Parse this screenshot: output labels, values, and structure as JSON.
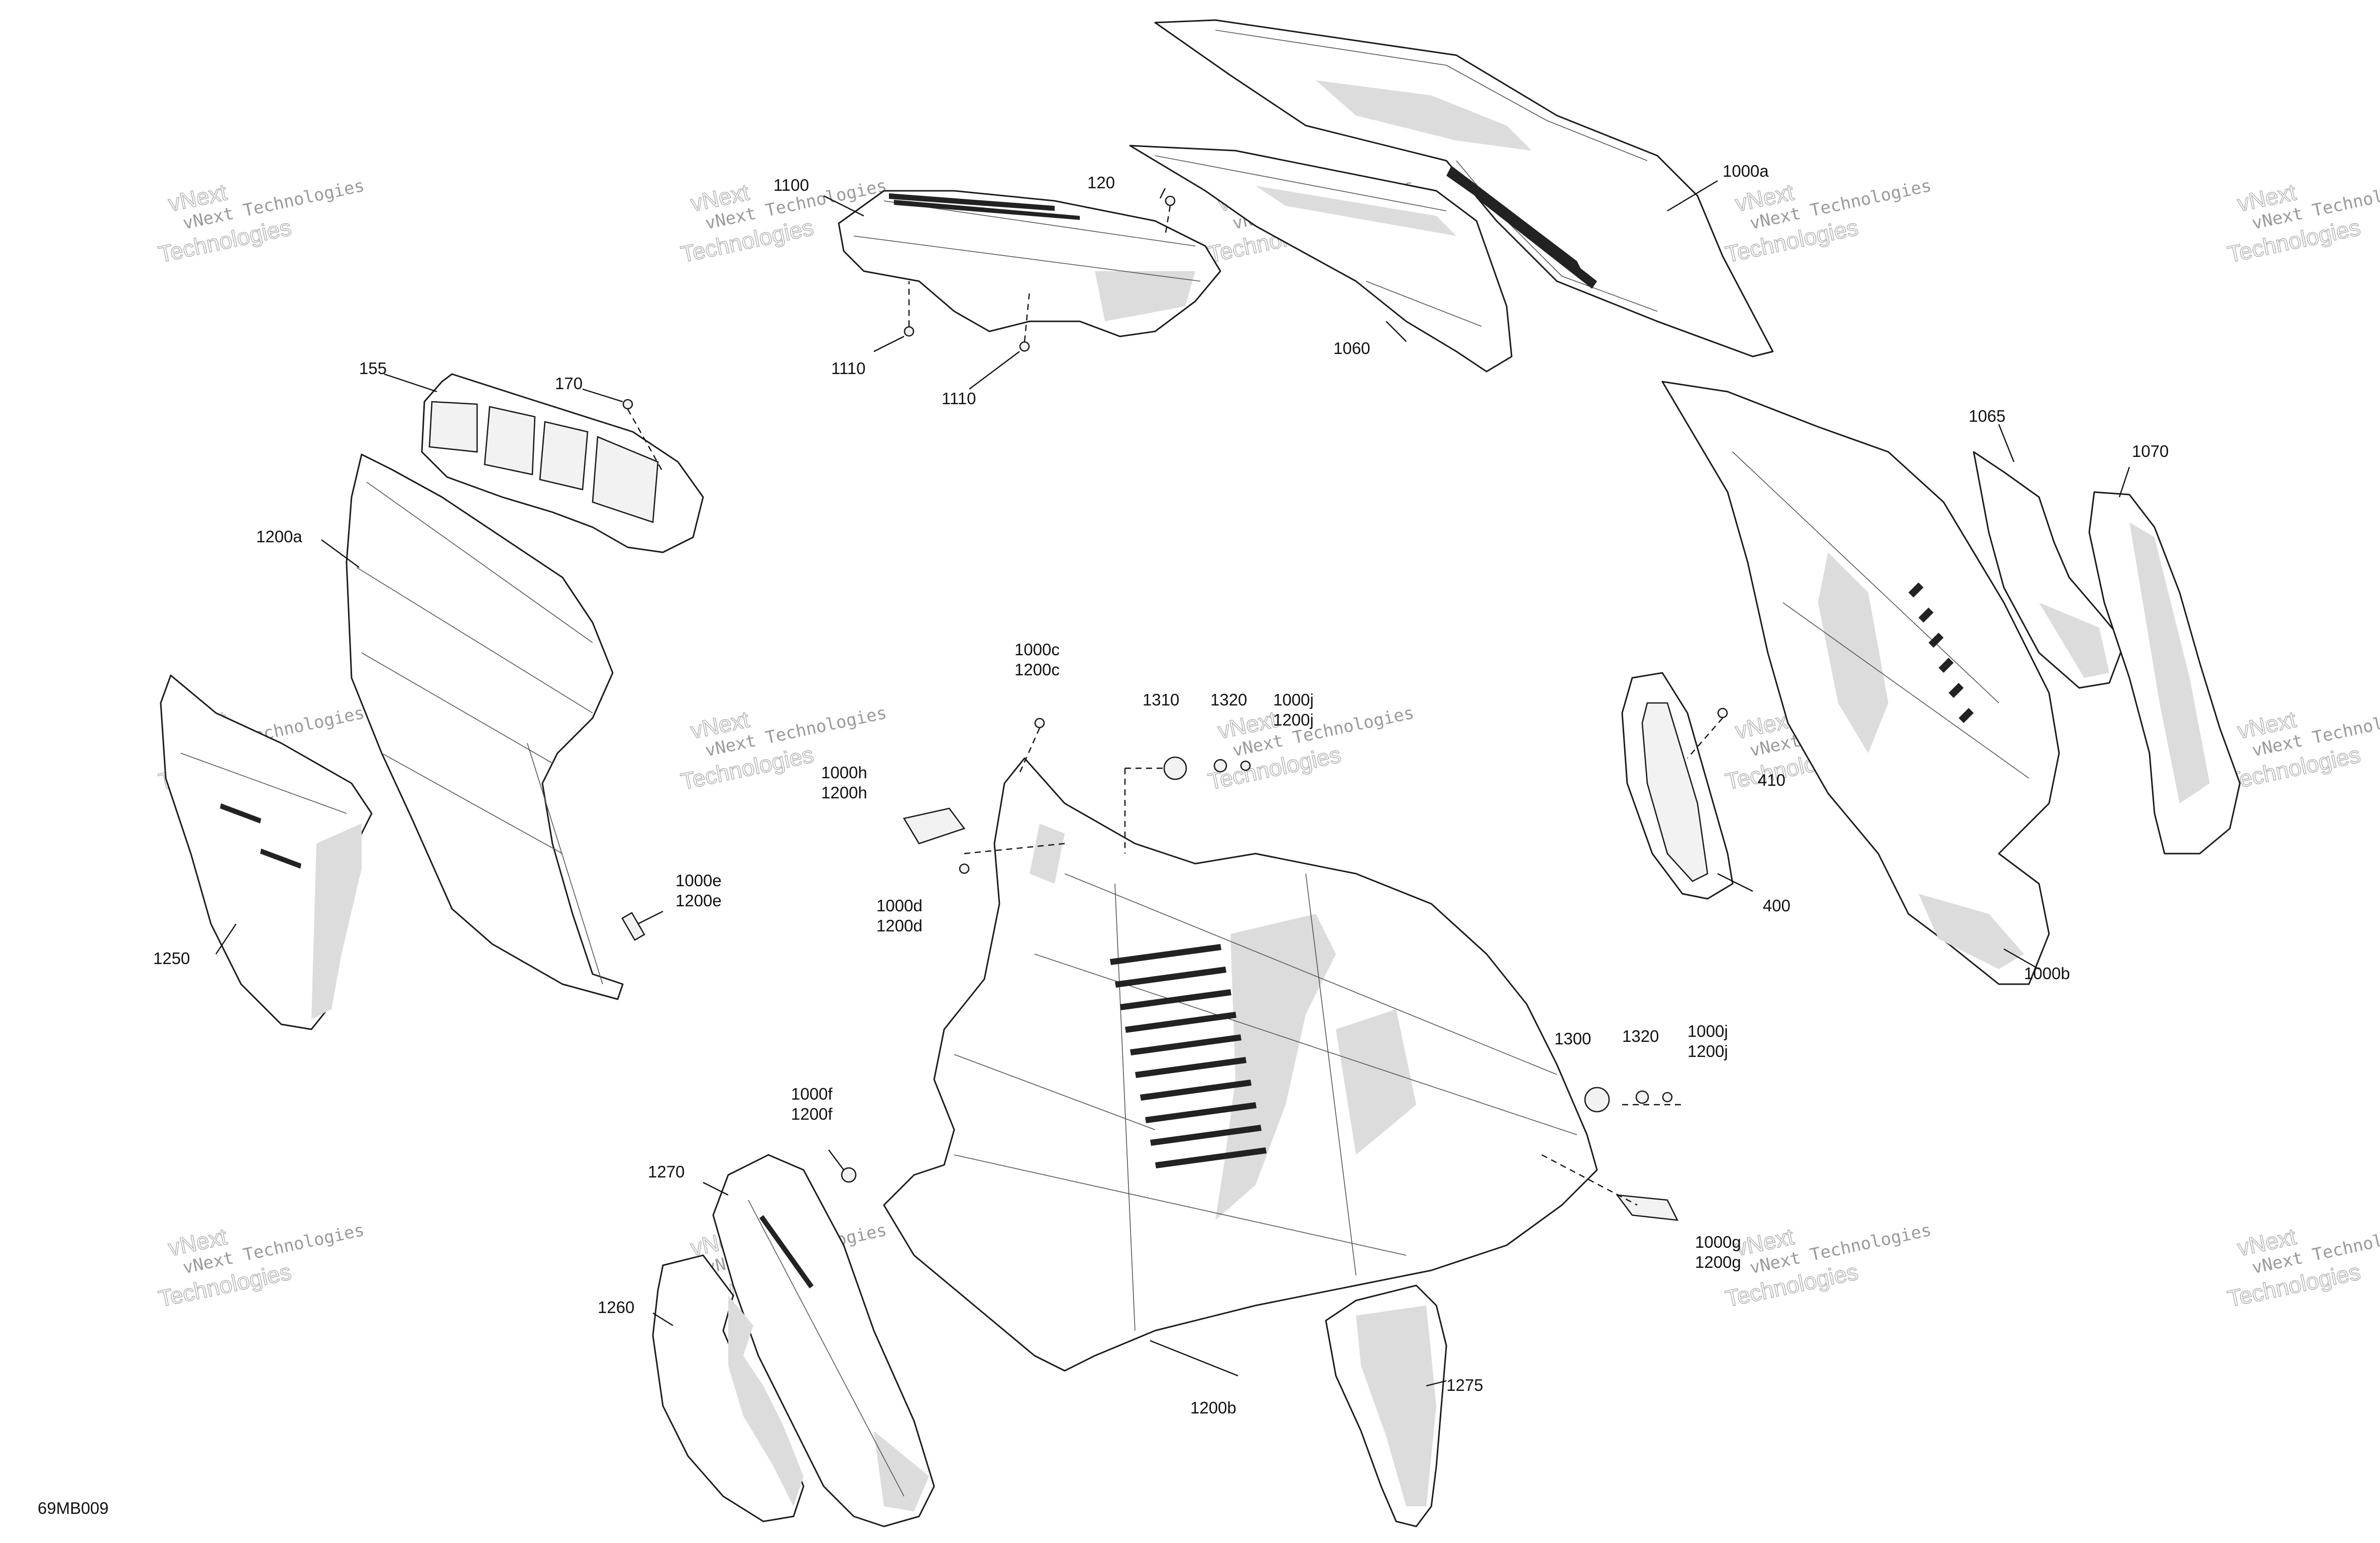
{
  "diagram": {
    "figure_code": "69MB009",
    "watermark": {
      "company": "vNext Technologies",
      "short": "vNext",
      "long": "Technologies"
    },
    "callouts": [
      {
        "id": "1000a",
        "lines": [
          "1000a"
        ]
      },
      {
        "id": "1000b",
        "lines": [
          "1000b"
        ]
      },
      {
        "id": "1000c-1200c",
        "lines": [
          "1000c",
          "1200c"
        ]
      },
      {
        "id": "1000d-1200d",
        "lines": [
          "1000d",
          "1200d"
        ]
      },
      {
        "id": "1000e-1200e",
        "lines": [
          "1000e",
          "1200e"
        ]
      },
      {
        "id": "1000f-1200f",
        "lines": [
          "1000f",
          "1200f"
        ]
      },
      {
        "id": "1000g-1200g",
        "lines": [
          "1000g",
          "1200g"
        ]
      },
      {
        "id": "1000h-1200h",
        "lines": [
          "1000h",
          "1200h"
        ]
      },
      {
        "id": "1000j-1200j-top",
        "lines": [
          "1000j",
          "1200j"
        ]
      },
      {
        "id": "1000j-1200j-right",
        "lines": [
          "1000j",
          "1200j"
        ]
      },
      {
        "id": "1060",
        "lines": [
          "1060"
        ]
      },
      {
        "id": "1065",
        "lines": [
          "1065"
        ]
      },
      {
        "id": "1070",
        "lines": [
          "1070"
        ]
      },
      {
        "id": "1100",
        "lines": [
          "1100"
        ]
      },
      {
        "id": "1110-a",
        "lines": [
          "1110"
        ]
      },
      {
        "id": "1110-b",
        "lines": [
          "1110"
        ]
      },
      {
        "id": "120",
        "lines": [
          "120"
        ]
      },
      {
        "id": "1200a",
        "lines": [
          "1200a"
        ]
      },
      {
        "id": "1200b",
        "lines": [
          "1200b"
        ]
      },
      {
        "id": "1250",
        "lines": [
          "1250"
        ]
      },
      {
        "id": "1260",
        "lines": [
          "1260"
        ]
      },
      {
        "id": "1270",
        "lines": [
          "1270"
        ]
      },
      {
        "id": "1275",
        "lines": [
          "1275"
        ]
      },
      {
        "id": "1300",
        "lines": [
          "1300"
        ]
      },
      {
        "id": "1310",
        "lines": [
          "1310"
        ]
      },
      {
        "id": "1320-top",
        "lines": [
          "1320"
        ]
      },
      {
        "id": "1320-right",
        "lines": [
          "1320"
        ]
      },
      {
        "id": "155",
        "lines": [
          "155"
        ]
      },
      {
        "id": "170",
        "lines": [
          "170"
        ]
      },
      {
        "id": "400",
        "lines": [
          "400"
        ]
      },
      {
        "id": "410",
        "lines": [
          "410"
        ]
      }
    ]
  }
}
